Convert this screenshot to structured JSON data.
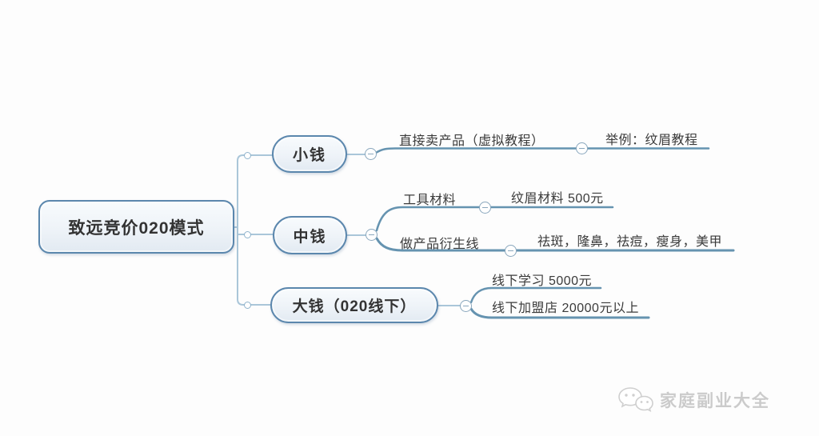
{
  "colors": {
    "node_border": "#5b87ad",
    "node_fill": "#eef3f8",
    "trunk_connector": "#aac6d9",
    "branch_line": "#6593b0",
    "text": "#3a3a3a",
    "watermark_text": "#cbcbcb"
  },
  "mindmap": {
    "root": {
      "label": "致远竞价020模式"
    },
    "branches": [
      {
        "label": "小钱",
        "children": [
          {
            "label": "直接卖产品（虚拟教程）",
            "children": [
              {
                "label": "举例：纹眉教程"
              }
            ]
          }
        ]
      },
      {
        "label": "中钱",
        "children": [
          {
            "label": "工具材料",
            "children": [
              {
                "label": "纹眉材料 500元"
              }
            ]
          },
          {
            "label": "做产品衍生线",
            "children": [
              {
                "label": "祛斑，隆鼻，祛痘，瘦身，美甲"
              }
            ]
          }
        ]
      },
      {
        "label": "大钱（020线下）",
        "children": [
          {
            "label": "线下学习 5000元"
          },
          {
            "label": "线下加盟店 20000元以上"
          }
        ]
      }
    ]
  },
  "watermark": {
    "label": "家庭副业大全",
    "icon": "wechat-icon"
  }
}
